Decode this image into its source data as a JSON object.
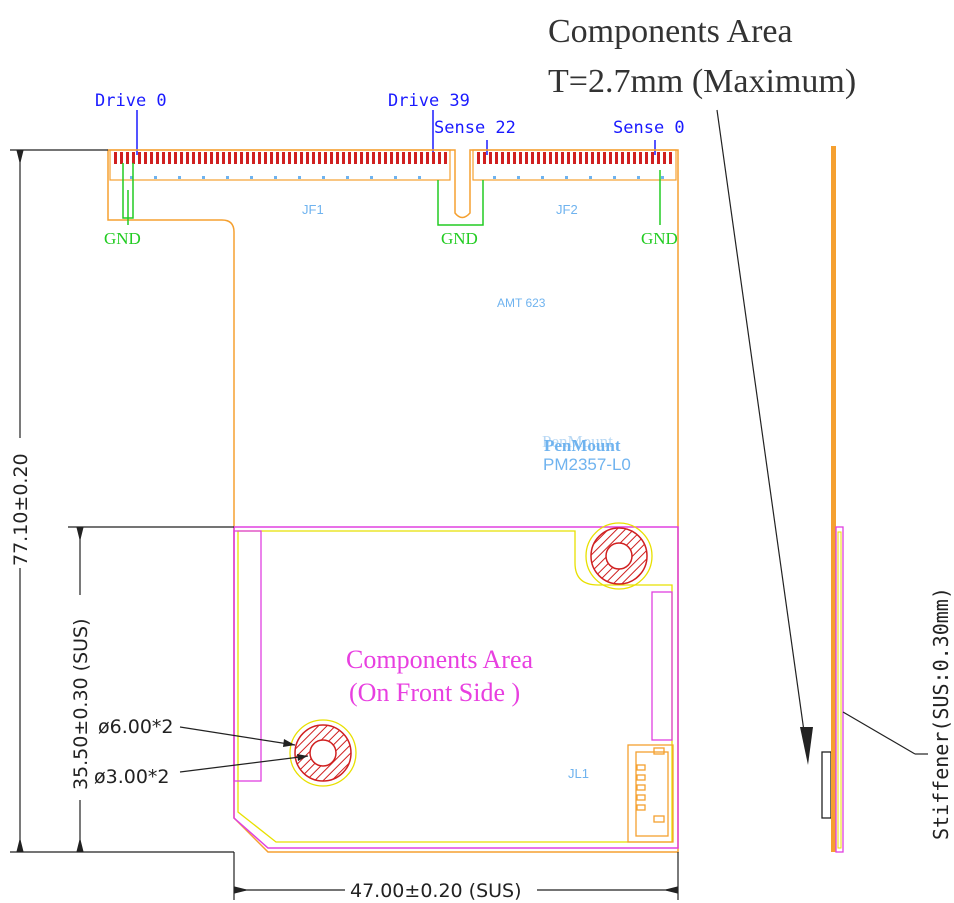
{
  "labels": {
    "drive_0": "Drive 0",
    "drive_39": "Drive 39",
    "sense_22": "Sense 22",
    "sense_0": "Sense 0",
    "gnd": "GND",
    "jf1": "JF1",
    "jf2": "JF2",
    "jl1": "JL1",
    "amt": "AMT  623",
    "brand": "PenMount",
    "model": "PM2357-L0",
    "components_area_title_line1": "Components Area",
    "components_area_title_line2": "T=2.7mm (Maximum)",
    "components_area_line1": "Components Area",
    "components_area_line2": "(On Front Side )"
  },
  "dimensions": {
    "height": "77.10±0.20",
    "sus_height": "35.50±0.30 (SUS)",
    "width": "47.00±0.20 (SUS)",
    "hole_outer": "ø6.00*2",
    "hole_inner": "ø3.00*2"
  },
  "side_view": {
    "stiffener": "Stiffener(SUS:0.30mm)"
  },
  "colors": {
    "outline": "#f5a030",
    "stiffener": "#e040e0",
    "inner": "#e8e000",
    "gnd": "#22cc22",
    "pin_label": "#1a1aff",
    "hatch": "#d02020",
    "silk": "#6fb3ef"
  }
}
